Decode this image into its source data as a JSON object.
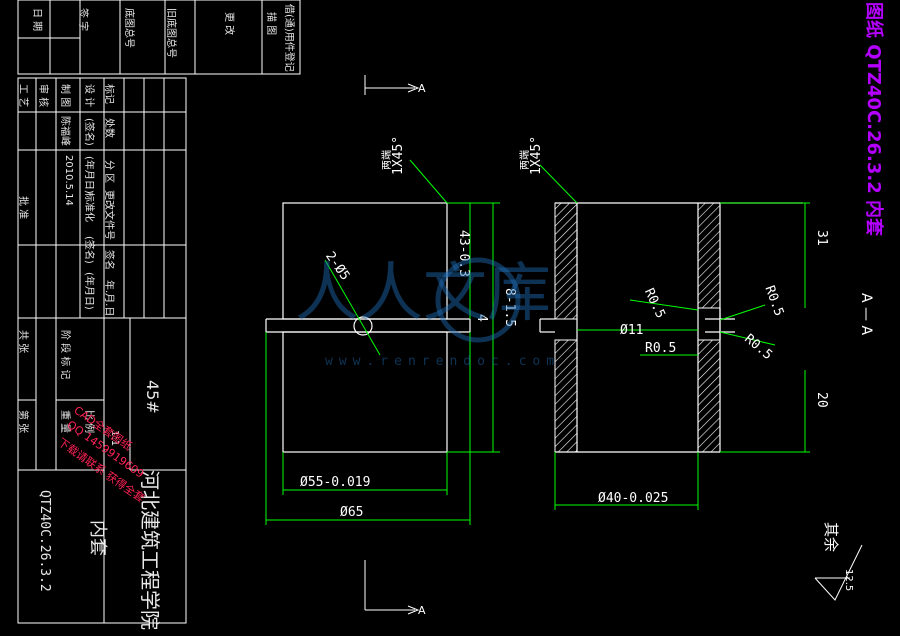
{
  "colors": {
    "background": "#000000",
    "line": "#ffffff",
    "dimension": "#00ff00",
    "annotation": "#ff2255",
    "drawing_no": "#b400ff",
    "hatch": "#ffffff",
    "watermark": "#1f6fb8"
  },
  "title_block": {
    "college": "河北建筑工程学院",
    "part_name": "内套",
    "material": "45#",
    "drawing_no": "QTZ40C.26.3.2",
    "top_left_labels": [
      "日 期",
      "签 字",
      "底图总号",
      "旧底图总号",
      "更 改",
      "借(通)用件登记",
      "描 图"
    ],
    "grid_labels": [
      "标记",
      "处数",
      "分 区",
      "更改文件号",
      "签名",
      "年.月.日",
      "设 计",
      "(签名)",
      "(年月日)",
      "标准化",
      "(签名)",
      "(年月日)",
      "制 图",
      "陈福峰",
      "2010.5.14",
      "审 核",
      "工 艺",
      "批 准",
      "阶 段 标 记",
      "重 量",
      "比 例",
      "共 张",
      "第 张"
    ],
    "scale": "1:1"
  },
  "stamp_text": "图纸 QTZ40C.26.3.2 内套",
  "dimensions": {
    "left_view": {
      "chamfer": "1X45°",
      "chamfer_note": "两端",
      "hole": "2-Ø5",
      "height_tol": "43-0.3",
      "groove": "4",
      "groove_tol": "8-1.5",
      "outer_dia": "Ø55-0.019",
      "flange_dia": "Ø65"
    },
    "right_view": {
      "chamfer": "1X45°",
      "chamfer_note": "两端",
      "r1": "R0.5",
      "r2": "R0.5",
      "r3": "R0.5",
      "r4": "R0.5",
      "dia_small": "Ø11",
      "height_top": "31",
      "height_bottom": "20",
      "inner_dia": "Ø40-0.025"
    }
  },
  "section_mark": "A",
  "section_label": "A — A",
  "surface_note": "其余",
  "roughness": "12.5",
  "watermark": {
    "text": "人人文库",
    "url": "www.renrendoc.com"
  },
  "promo_text": [
    "CAD全套图纸",
    "QQ 1459919609",
    "下载请联系 获得全套"
  ]
}
